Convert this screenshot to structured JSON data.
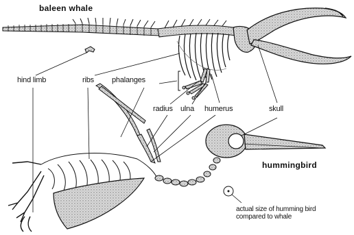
{
  "titles": {
    "whale": "baleen whale",
    "bird": "hummingbird"
  },
  "labels": {
    "hind_limb": "hind limb",
    "ribs": "ribs",
    "phalanges": "phalanges",
    "radius": "radius",
    "ulna": "ulna",
    "humerus": "humerus",
    "skull": "skull"
  },
  "note": {
    "line1": "actual size of humming bird",
    "line2": "compared to whale"
  },
  "colors": {
    "ink": "#111111",
    "bone_fill": "#cfcfcf",
    "bone_dark": "#8a8a8a",
    "background": "#ffffff"
  },
  "icons": {
    "actual_size_marker": "small-circle-with-dot"
  }
}
